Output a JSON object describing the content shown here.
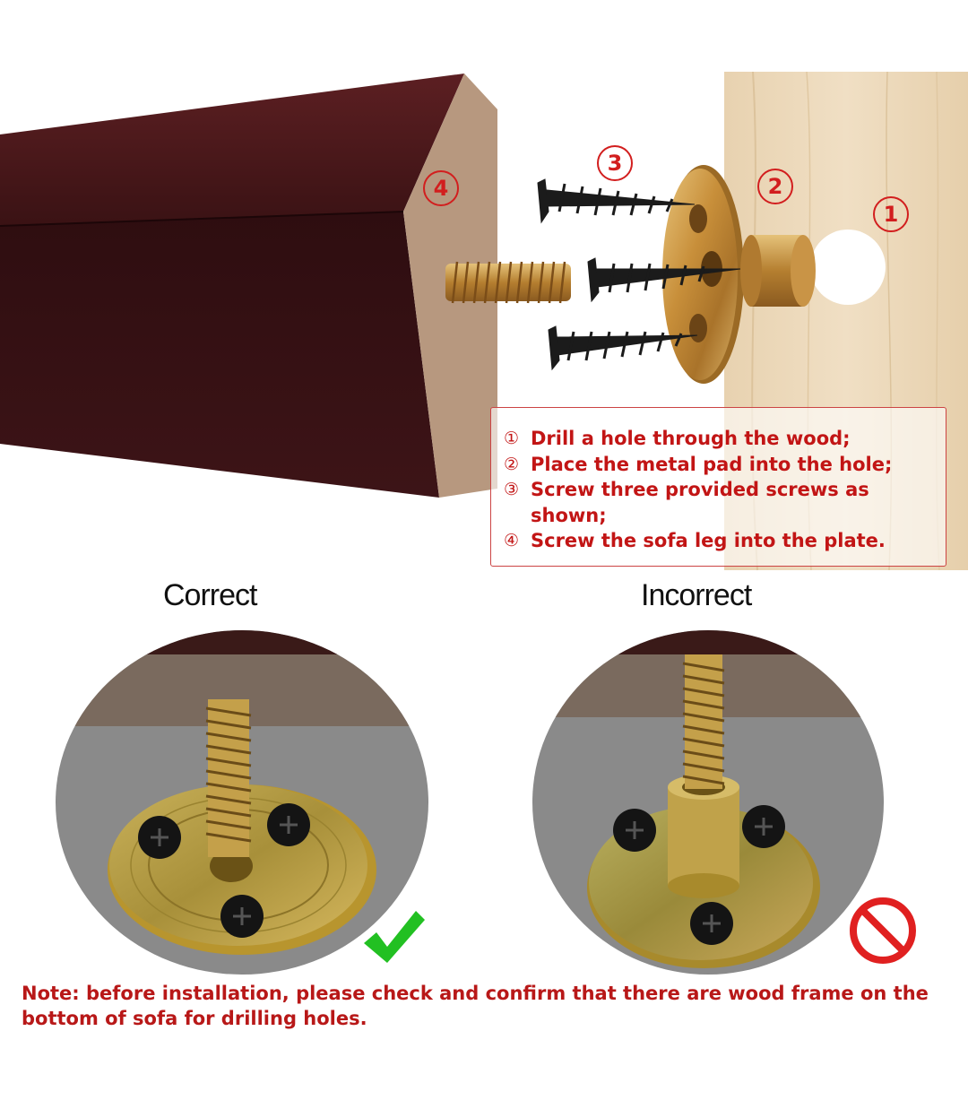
{
  "diagram": {
    "markers": [
      "①",
      "②",
      "③",
      "④"
    ],
    "labels": {
      "marker_1": "1",
      "marker_2": "2",
      "marker_3": "3",
      "marker_4": "4"
    }
  },
  "instructions": {
    "steps": [
      {
        "num": "①",
        "text": "Drill a hole through the wood;"
      },
      {
        "num": "②",
        "text": "Place the metal pad into the hole;"
      },
      {
        "num": "③",
        "text": "Screw three provided screws as shown;"
      },
      {
        "num": "④",
        "text": "Screw the sofa leg into the plate."
      }
    ]
  },
  "panels": {
    "correct": {
      "title": "Correct",
      "status_icon": "check-icon",
      "status_color": "#22c022"
    },
    "incorrect": {
      "title": "Incorrect",
      "status_icon": "prohibited-icon",
      "status_color": "#e02020"
    }
  },
  "note": {
    "text": "Note: before installation, please check and confirm that there are wood frame on the bottom of sofa for drilling holes."
  },
  "colors": {
    "accent_red": "#c21515",
    "leg_brown": "#3a1415",
    "leg_end": "#b69a84",
    "wood": "#ead7b8",
    "metal": "#c99a3c",
    "screw": "#1a1a1a"
  }
}
